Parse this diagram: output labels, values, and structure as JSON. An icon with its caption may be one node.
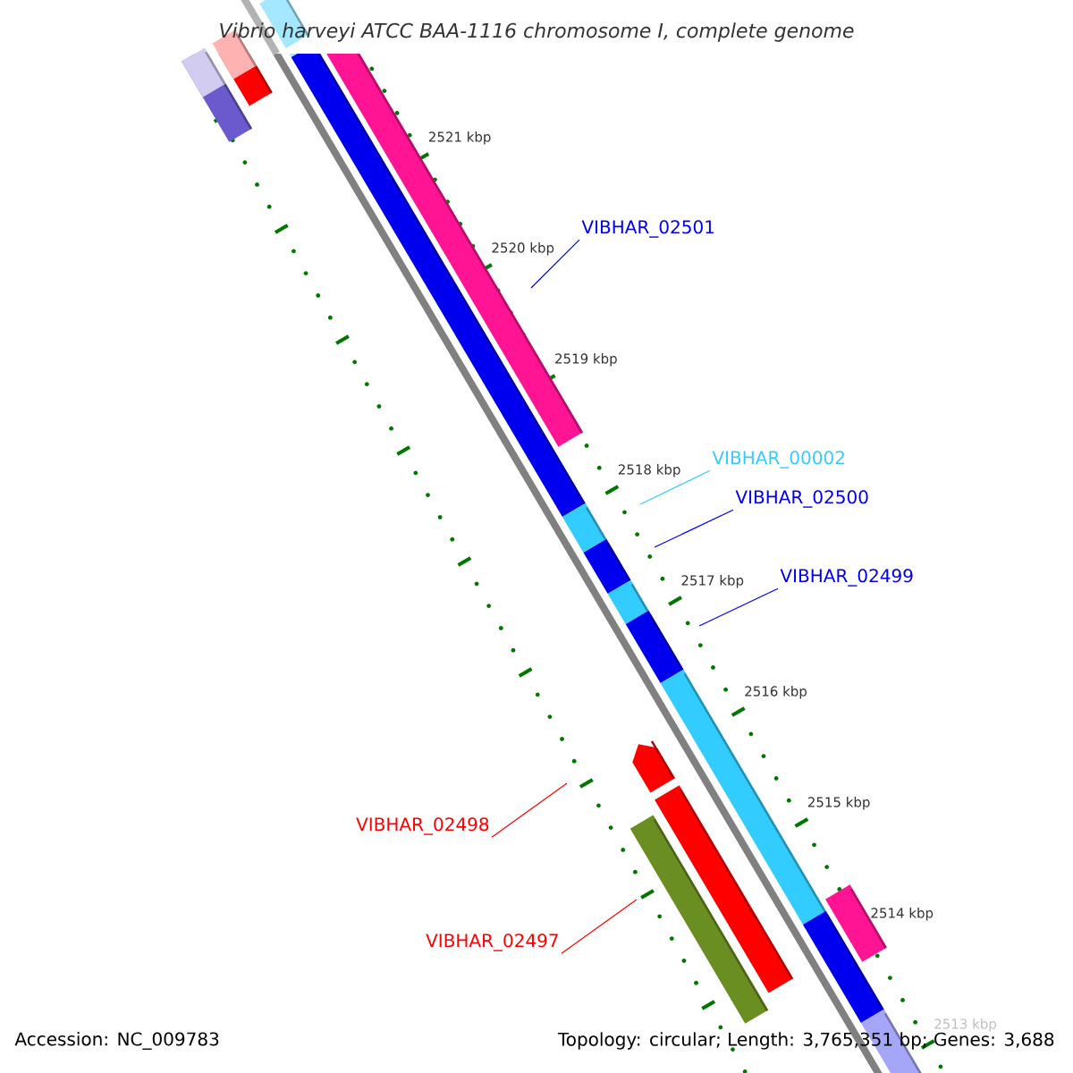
{
  "diagram": {
    "title": "Vibrio harveyi ATCC BAA-1116 chromosome I, complete genome",
    "nodes": [
      {
        "text": [
          "VIBHAR_02501"
        ]
      },
      {
        "text": [
          "VIBHAR_00002"
        ]
      },
      {
        "text": [
          "VIBHAR_02500"
        ]
      },
      {
        "text": [
          "VIBHAR_02499"
        ]
      },
      {
        "text": [
          "VIBHAR_02498"
        ]
      },
      {
        "text": [
          "VIBHAR_02497"
        ]
      }
    ],
    "edges": [
      {
        "from": 0,
        "to": null,
        "arrow": "none"
      },
      {
        "from": 1,
        "to": null,
        "arrow": "none",
        "color": "#33ccff"
      },
      {
        "from": 2,
        "to": null,
        "arrow": "none"
      },
      {
        "from": 3,
        "to": null,
        "arrow": "none"
      },
      {
        "from": 4,
        "to": null,
        "arrow": "none",
        "color": "#ff0000"
      },
      {
        "from": 5,
        "to": null,
        "arrow": "none",
        "color": "#ff0000"
      }
    ],
    "labels": [
      "2521 kbp",
      "2520 kbp",
      "2519 kbp",
      "2518 kbp",
      "2517 kbp",
      "2516 kbp",
      "2515 kbp",
      "2514 kbp",
      "2513 kbp",
      "Accession: NC_009783",
      "Topology: circular; Length: 3,765,351 bp; Genes: 3,688"
    ]
  }
}
